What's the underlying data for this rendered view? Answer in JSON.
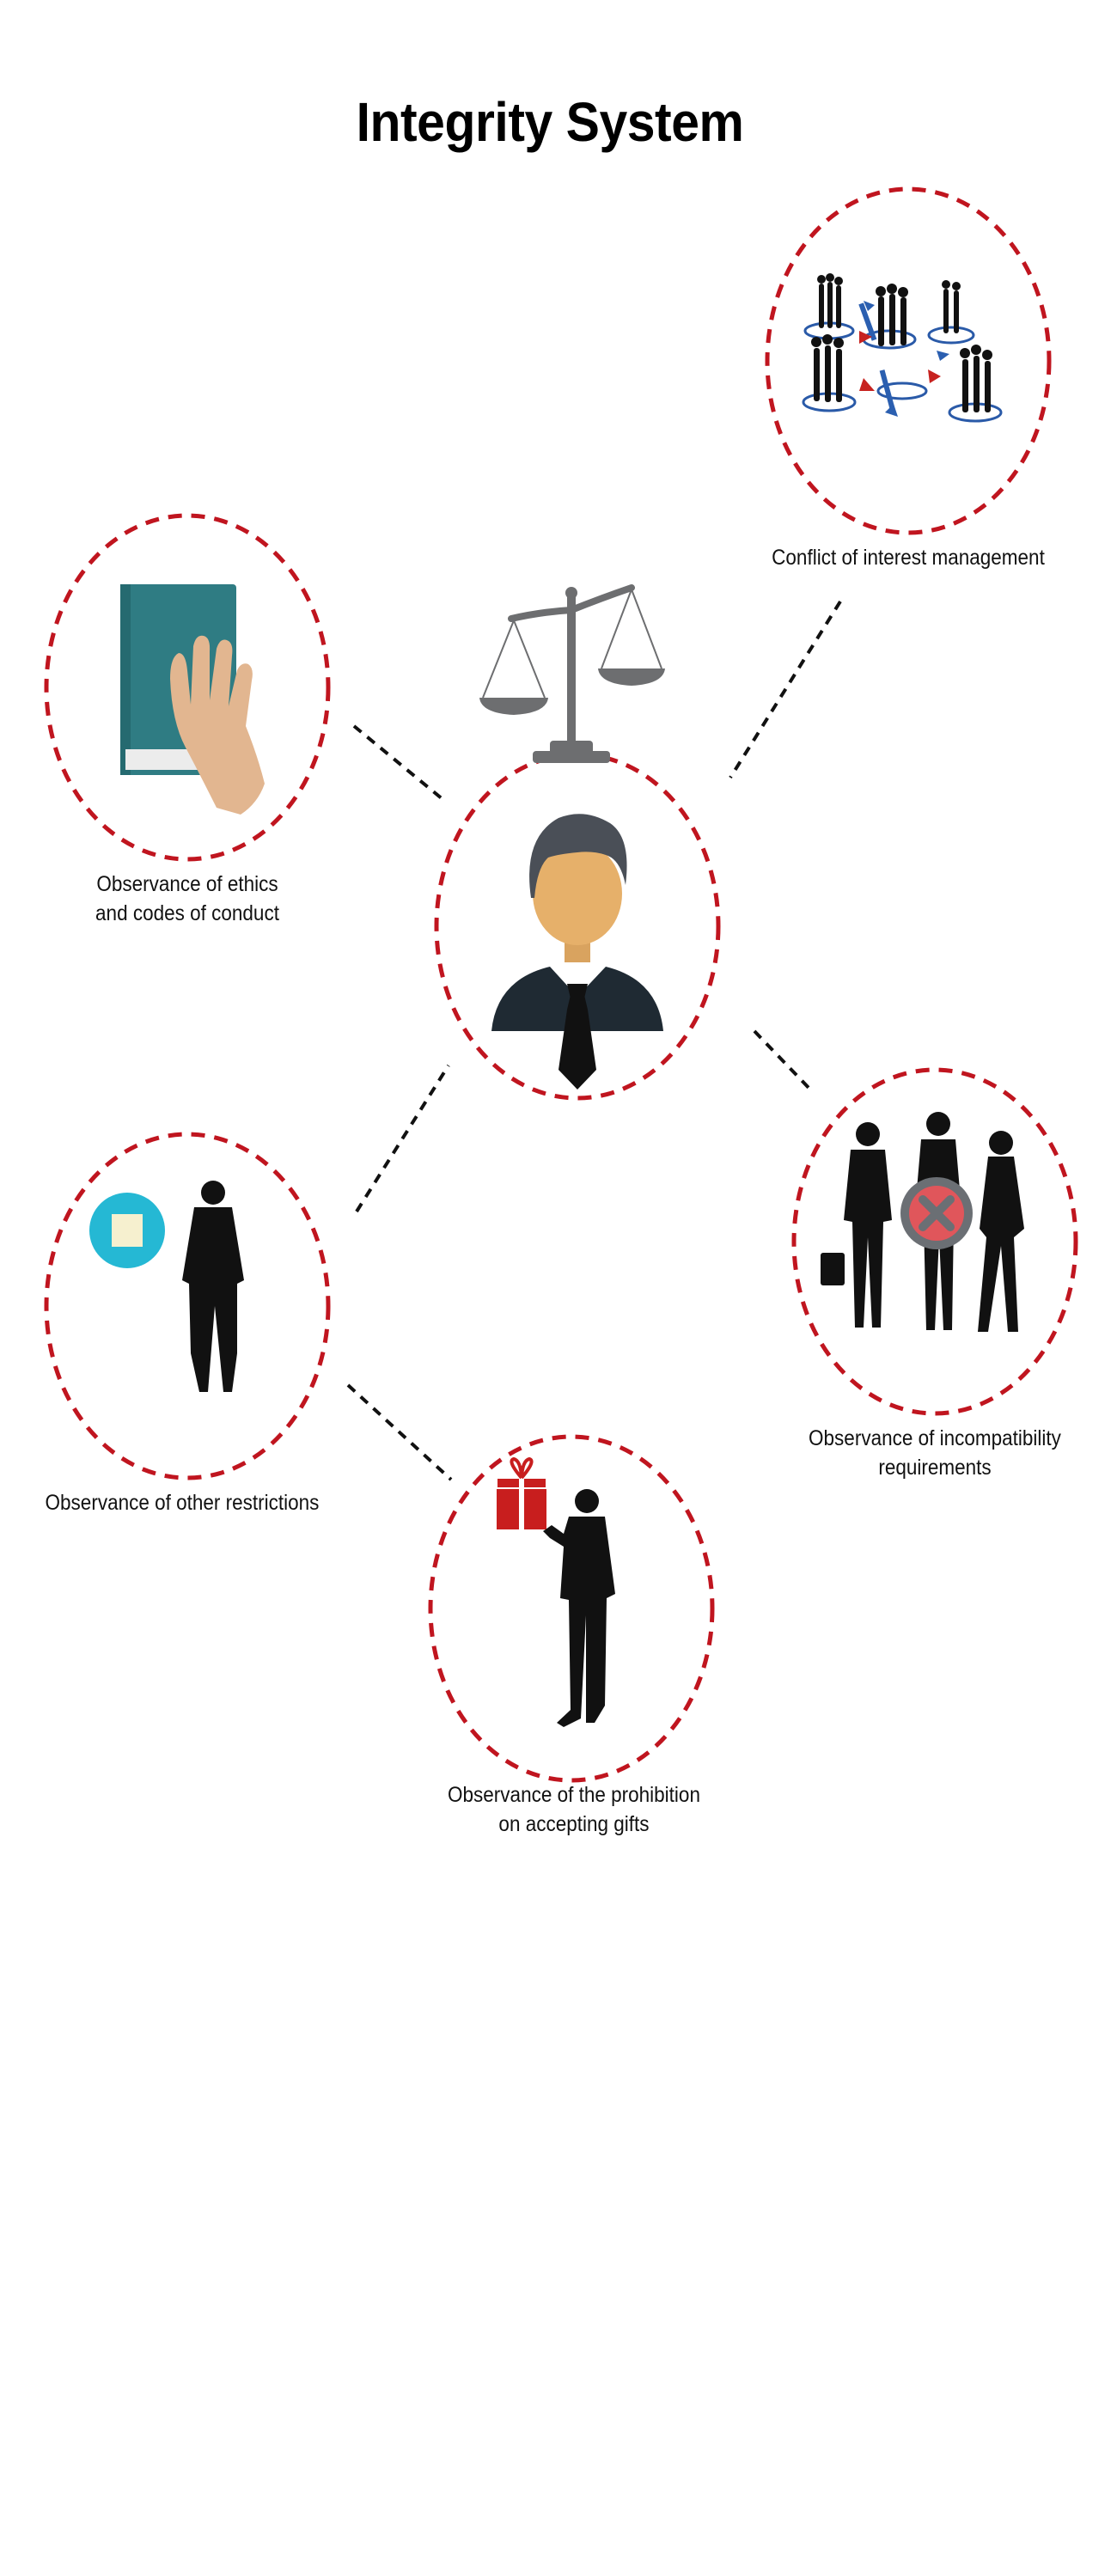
{
  "title": "Integrity System",
  "center": {
    "icon": "businessman-avatar-icon",
    "top_icon": "scales-of-justice-icon"
  },
  "nodes": [
    {
      "id": "conflict",
      "label": "Conflict of interest management",
      "icon": "people-network-icon"
    },
    {
      "id": "ethics",
      "label": "Observance of ethics\nand codes of conduct",
      "icon": "hand-on-book-icon"
    },
    {
      "id": "incompatibility",
      "label": "Observance of incompatibility\nrequirements",
      "icon": "people-with-x-icon"
    },
    {
      "id": "restrictions",
      "label": "Observance of other restrictions",
      "icon": "man-with-stop-sign-icon"
    },
    {
      "id": "gifts",
      "label": "Observance of the prohibition\non accepting gifts",
      "icon": "man-holding-gift-icon"
    }
  ],
  "colors": {
    "circle_border": "#c0151f",
    "connector": "#111111",
    "book": "#2f7c83",
    "gift": "#c81e1e",
    "stop_badge": "#25b8d4",
    "x_badge": "#e0565b"
  }
}
